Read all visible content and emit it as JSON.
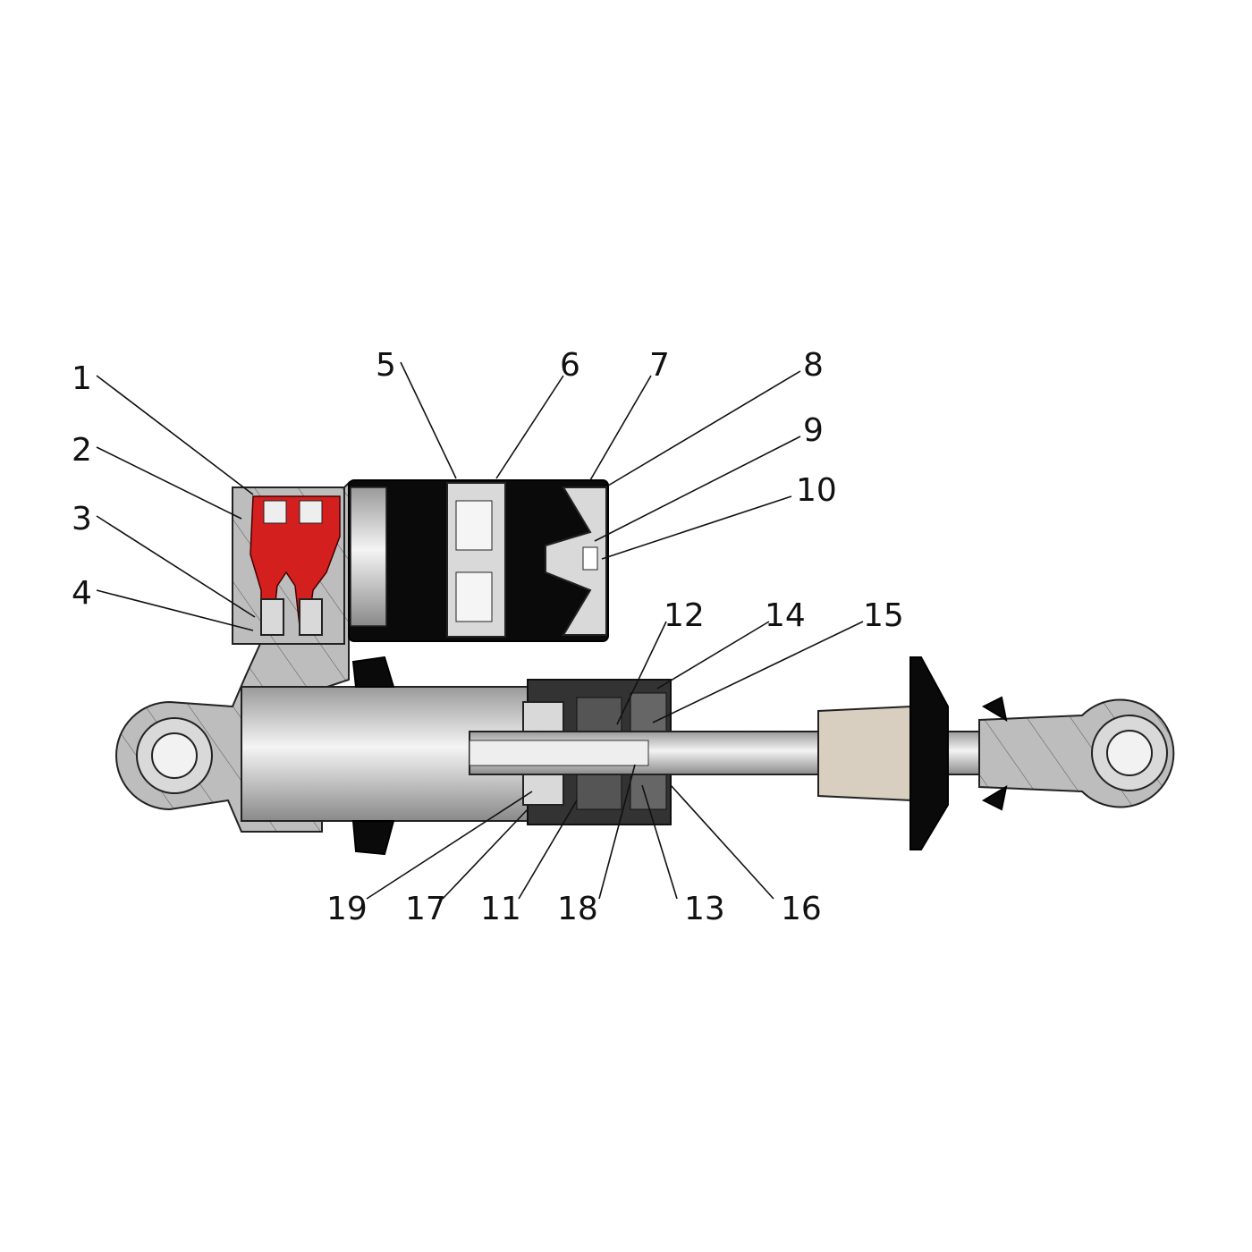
{
  "diagram": {
    "title_visible": false,
    "callouts": [
      "1",
      "2",
      "3",
      "4",
      "5",
      "6",
      "7",
      "8",
      "9",
      "10",
      "11",
      "12",
      "13",
      "14",
      "15",
      "16",
      "17",
      "18",
      "19"
    ],
    "colors": {
      "reservoir_valve": "#d41f1f",
      "air_can": "#0a0a0a",
      "body": "#bdbdbd",
      "bumper": "#d8cfc0"
    }
  }
}
